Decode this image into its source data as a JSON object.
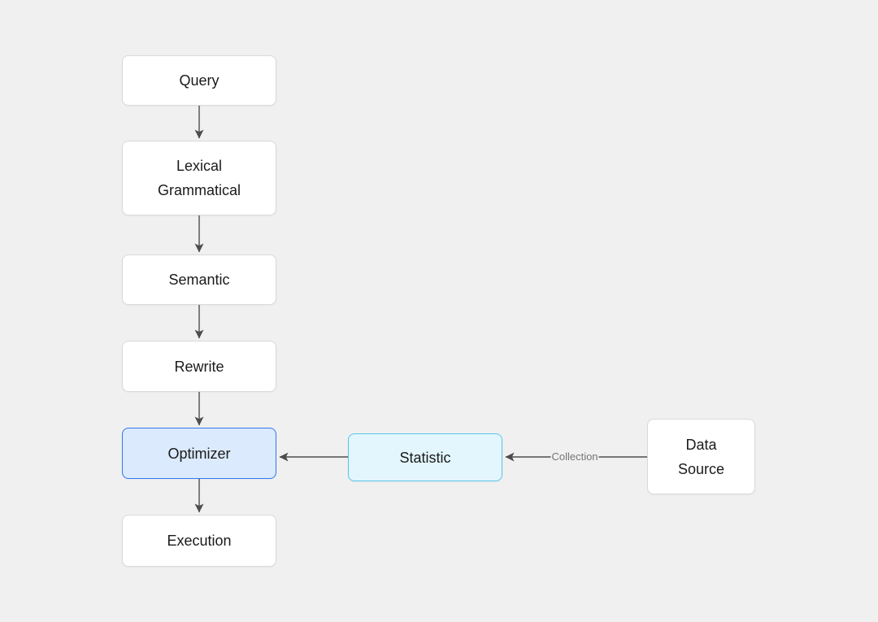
{
  "diagram": {
    "title": "query-processing-flowchart",
    "nodes": {
      "query": {
        "label": "Query"
      },
      "lexical_grammatical": {
        "line1": "Lexical",
        "line2": "Grammatical"
      },
      "semantic": {
        "label": "Semantic"
      },
      "rewrite": {
        "label": "Rewrite"
      },
      "optimizer": {
        "label": "Optimizer"
      },
      "execution": {
        "label": "Execution"
      },
      "statistic": {
        "label": "Statistic"
      },
      "data_source": {
        "line1": "Data",
        "line2": "Source"
      }
    },
    "edges": {
      "collection_label": "Collection"
    },
    "colors": {
      "canvas_bg": "#f0f0f0",
      "node_bg": "#ffffff",
      "node_border": "#d9d9d9",
      "optimizer_bg": "#dbeafc",
      "optimizer_border": "#3179f2",
      "statistic_bg": "#e3f6fd",
      "statistic_border": "#55c8e9",
      "arrow": "#4d4d4d",
      "edge_label_text": "#757575",
      "node_text": "#1a1a1a"
    }
  }
}
